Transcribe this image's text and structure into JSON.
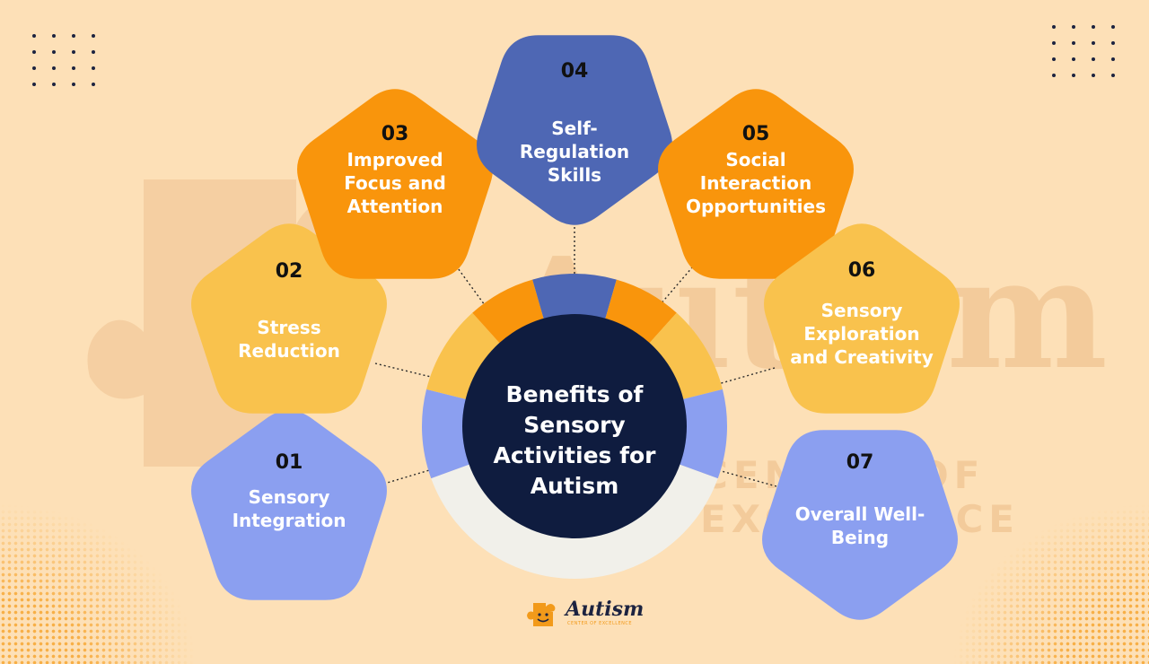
{
  "center": {
    "title": "Benefits of Sensory Activities for Autism"
  },
  "benefits": [
    {
      "num": "01",
      "text": "Sensory Integration",
      "color": "#8b9ff0"
    },
    {
      "num": "02",
      "text": "Stress Reduction",
      "color": "#f9c24d"
    },
    {
      "num": "03",
      "text": "Improved Focus and Attention",
      "color": "#f9950c"
    },
    {
      "num": "04",
      "text": "Self-Regulation Skills",
      "color": "#4e67b4"
    },
    {
      "num": "05",
      "text": "Social Interaction Opportunities",
      "color": "#f9950c"
    },
    {
      "num": "06",
      "text": "Sensory Exploration and Creativity",
      "color": "#f9c24d"
    },
    {
      "num": "07",
      "text": "Overall Well-Being",
      "color": "#8b9ff0"
    }
  ],
  "watermark": {
    "word": "Autism",
    "tagline": "CENTER OF EXCELLENCE"
  },
  "logo": {
    "word": "Autism",
    "tagline": "CENTER OF EXCELLENCE"
  },
  "colors": {
    "background": "#fde0b7",
    "center_fill": "#0f1c3f",
    "ring_bottom": "#f1f0ea",
    "blue": "#8b9ff0",
    "yellow": "#f9c24d",
    "orange": "#f9950c",
    "navy_blue": "#4e67b4"
  }
}
